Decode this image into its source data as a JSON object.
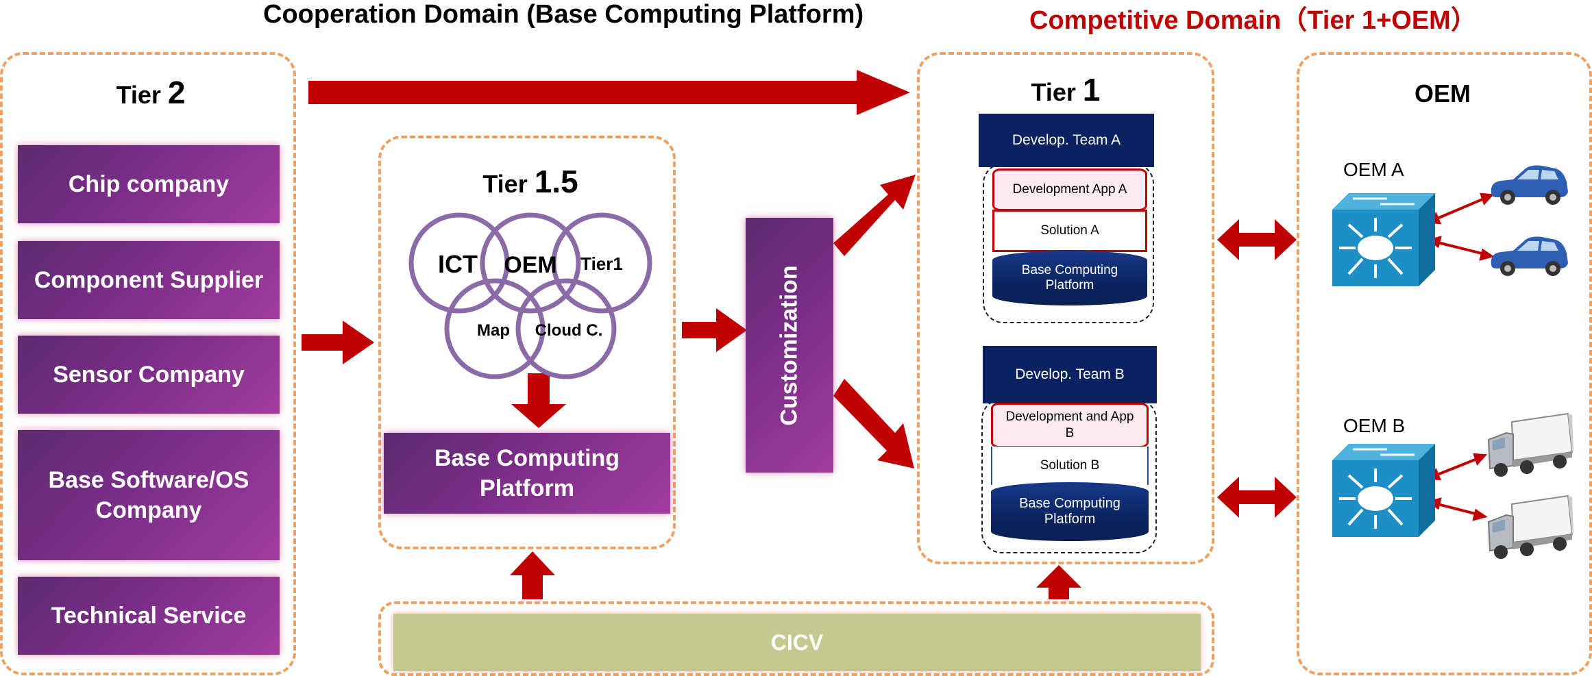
{
  "headings": {
    "cooperation": "Cooperation Domain (Base Computing Platform)",
    "competitive": "Competitive Domain（Tier 1+OEM）"
  },
  "tier2": {
    "title_word": "Tier ",
    "title_num": "2",
    "items": [
      "Chip company",
      "Component Supplier",
      "Sensor Company",
      "Base Software/OS Company",
      "Technical Service"
    ]
  },
  "tier15": {
    "title_word": "Tier ",
    "title_num": "1.5",
    "circles": [
      "ICT",
      "OEM",
      "Tier1",
      "Map",
      "Cloud C."
    ],
    "platform_label": "Base Computing Platform"
  },
  "customization": {
    "label": "Customization"
  },
  "tier1": {
    "title_word": "Tier ",
    "title_num": "1",
    "stack_a": {
      "team": "Develop. Team A",
      "app": "Development App A",
      "solution": "Solution A",
      "base": "Base Computing Platform"
    },
    "stack_b": {
      "team": "Develop. Team B",
      "app": "Development and App B",
      "solution": "Solution B",
      "base": "Base Computing Platform"
    }
  },
  "oem": {
    "title": "OEM",
    "oem_a": "OEM A",
    "oem_b": "OEM B"
  },
  "cicv": {
    "label": "CICV"
  },
  "colors": {
    "arrow_red": "#c00000",
    "heading_red": "#c00000",
    "panel_border": "#f0a060",
    "navy": "#0a2261",
    "circle_purple": "#8b6aa8",
    "cicv_green": "#c4c98f",
    "switch_blue": "#1e8fc6"
  },
  "icons": [
    "network-switch-icon",
    "car-icon",
    "truck-icon"
  ]
}
